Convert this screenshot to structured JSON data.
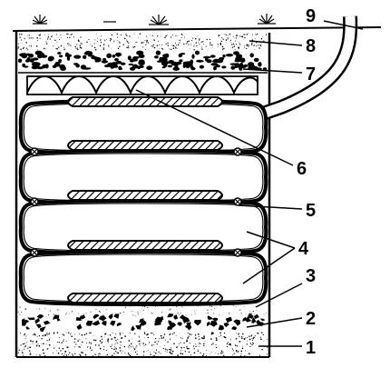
{
  "diagram": {
    "callouts": [
      {
        "id": "1",
        "text": "1"
      },
      {
        "id": "2",
        "text": "2"
      },
      {
        "id": "3",
        "text": "3"
      },
      {
        "id": "4",
        "text": "4"
      },
      {
        "id": "5",
        "text": "5"
      },
      {
        "id": "6",
        "text": "6"
      },
      {
        "id": "7",
        "text": "7"
      },
      {
        "id": "8",
        "text": "8"
      },
      {
        "id": "9",
        "text": "9"
      }
    ],
    "colors": {
      "ink": "#000000",
      "paper": "#ffffff",
      "hatch": "#000000"
    }
  }
}
